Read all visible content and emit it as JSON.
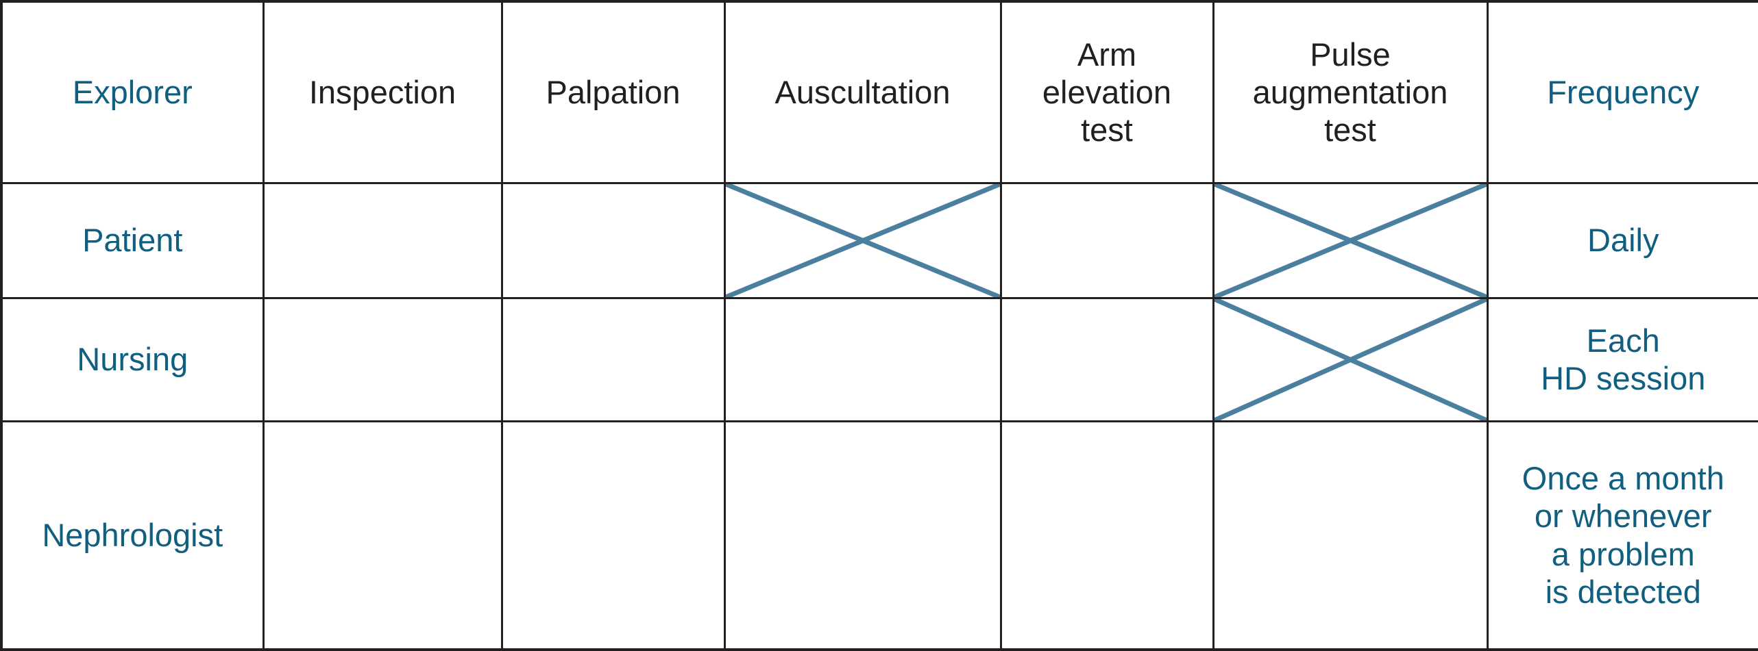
{
  "table": {
    "colors": {
      "accent_text": "#115f80",
      "fill": "#4b7fa0",
      "border": "#231f20",
      "header_text": "#231f20",
      "background": "#ffffff"
    },
    "columns": [
      {
        "key": "explorer",
        "label": "Explorer",
        "accent": true
      },
      {
        "key": "inspection",
        "label": "Inspection",
        "accent": false
      },
      {
        "key": "palpation",
        "label": "Palpation",
        "accent": false
      },
      {
        "key": "auscultation",
        "label": "Auscultation",
        "accent": false
      },
      {
        "key": "arm_elevation_test",
        "label": "Arm\nelevation\ntest",
        "accent": false
      },
      {
        "key": "pulse_augmentation_test",
        "label": "Pulse\naugmentation\ntest",
        "accent": false
      },
      {
        "key": "frequency",
        "label": "Frequency",
        "accent": true
      }
    ],
    "rows": [
      {
        "label": "Patient",
        "inspection": "filled",
        "palpation": "filled",
        "auscultation": "crossed",
        "arm_elevation_test": "filled",
        "pulse_augmentation_test": "crossed",
        "frequency": "Daily"
      },
      {
        "label": "Nursing",
        "inspection": "filled",
        "palpation": "filled",
        "auscultation": "filled",
        "arm_elevation_test": "filled",
        "pulse_augmentation_test": "crossed",
        "frequency": "Each\nHD session"
      },
      {
        "label": "Nephrologist",
        "inspection": "filled",
        "palpation": "filled",
        "auscultation": "filled",
        "arm_elevation_test": "filled",
        "pulse_augmentation_test": "filled",
        "frequency": "Once a month\nor whenever\na problem\nis detected"
      }
    ]
  }
}
